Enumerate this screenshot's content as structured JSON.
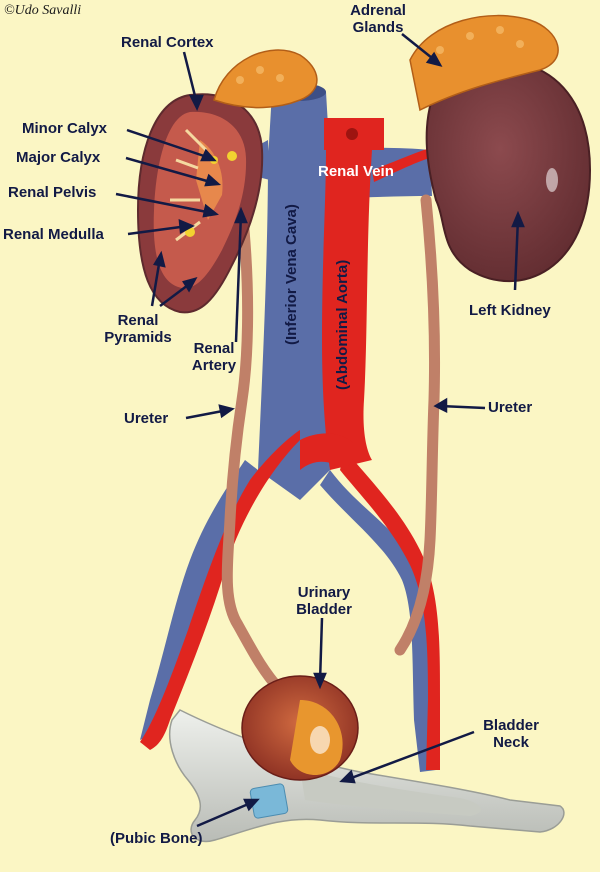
{
  "credit": "©Udo Savalli",
  "labels": {
    "renal_cortex": "Renal Cortex",
    "adrenal_glands_1": "Adrenal",
    "adrenal_glands_2": "Glands",
    "minor_calyx": "Minor Calyx",
    "major_calyx": "Major Calyx",
    "renal_pelvis": "Renal Pelvis",
    "renal_medulla": "Renal Medulla",
    "renal_pyramids_1": "Renal",
    "renal_pyramids_2": "Pyramids",
    "renal_artery_1": "Renal",
    "renal_artery_2": "Artery",
    "renal_vein": "Renal Vein",
    "inferior_vena_cava": "(Inferior Vena Cava)",
    "abdominal_aorta": "(Abdominal Aorta)",
    "left_kidney": "Left Kidney",
    "ureter_left": "Ureter",
    "ureter_right": "Ureter",
    "urinary_bladder_1": "Urinary",
    "urinary_bladder_2": "Bladder",
    "bladder_neck_1": "Bladder",
    "bladder_neck_2": "Neck",
    "pubic_bone": "(Pubic Bone)"
  },
  "colors": {
    "background": "#fbf6c4",
    "label_text": "#121a45",
    "artery": "#e0251f",
    "vein": "#5a6ea8",
    "kidney": "#7a3a3e",
    "adrenal": "#e8902e",
    "ureter": "#c08068",
    "bone": "#d9dcd6"
  }
}
